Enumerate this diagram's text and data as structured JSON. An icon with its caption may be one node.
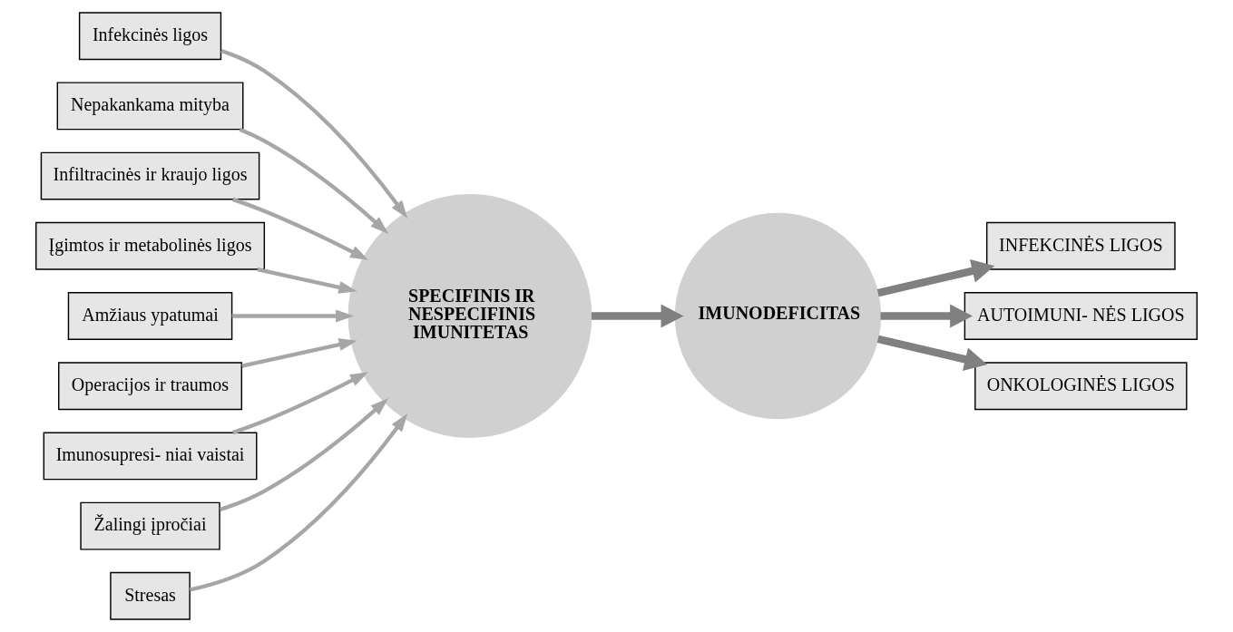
{
  "diagram": {
    "nodes": [
      {
        "text": [
          "Infekcinės ligos"
        ]
      },
      {
        "text": [
          "Nepakankama mityba"
        ]
      },
      {
        "text": [
          "Infiltracinės ir kraujo ligos"
        ]
      },
      {
        "text": [
          "INFEKCINĖS LIGOS"
        ]
      },
      {
        "text": [
          "Įgimtos ir metabolinės ligos"
        ]
      },
      {
        "text": [
          "Amžiaus ypatumai"
        ]
      },
      {
        "text": [
          "SPECIFINIS IR NESPECIFINIS IMUNITETAS"
        ]
      },
      {
        "text": [
          "IMUNODEFICITAS"
        ]
      },
      {
        "text": [
          "AUTOIMUNI- NĖS LIGOS"
        ]
      },
      {
        "text": [
          "Operacijos ir traumos"
        ]
      },
      {
        "text": [
          "Imunosupresi- niai vaistai"
        ]
      },
      {
        "text": [
          "Žalingi įpročiai"
        ]
      },
      {
        "text": [
          "Stresas"
        ]
      },
      {
        "text": [
          "ONKOLOGINĖS LIGOS"
        ]
      }
    ],
    "edges": [
      {
        "from": 0,
        "to": 6,
        "arrow": "to"
      },
      {
        "from": 1,
        "to": 6,
        "arrow": "to"
      },
      {
        "from": 2,
        "to": 6,
        "arrow": "to"
      },
      {
        "from": 4,
        "to": 6,
        "arrow": "to"
      },
      {
        "from": 5,
        "to": 6,
        "arrow": "to"
      },
      {
        "from": 9,
        "to": 6,
        "arrow": "to"
      },
      {
        "from": 10,
        "to": 6,
        "arrow": "to"
      },
      {
        "from": 11,
        "to": 6,
        "arrow": "to"
      },
      {
        "from": 12,
        "to": 6,
        "arrow": "to"
      },
      {
        "from": 6,
        "to": 7,
        "arrow": "to",
        "style": "thick",
        "color": "#808080"
      },
      {
        "from": 7,
        "to": 3,
        "arrow": "to",
        "style": "thick",
        "color": "#808080"
      },
      {
        "from": 7,
        "to": 8,
        "arrow": "to",
        "style": "thick",
        "color": "#808080"
      },
      {
        "from": 7,
        "to": 13,
        "arrow": "to",
        "style": "thick",
        "color": "#808080"
      }
    ]
  }
}
